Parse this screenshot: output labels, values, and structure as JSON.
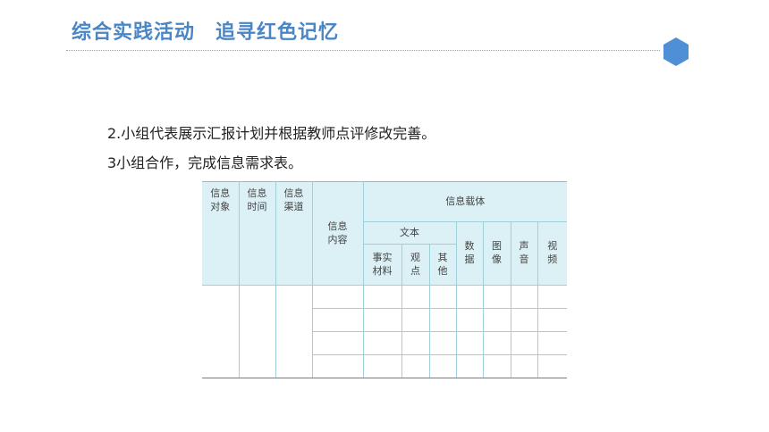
{
  "header": {
    "title": "综合实践活动　追寻红色记忆"
  },
  "content": {
    "line1": "2.小组代表展示汇报计划并根据教师点评修改完善。",
    "line2": "3小组合作，完成信息需求表。"
  },
  "table": {
    "col_info_object": "信息\n对象",
    "col_info_time": "信息\n时间",
    "col_info_channel": "信息\n渠道",
    "col_info_content": "信息\n内容",
    "col_info_carrier": "信息载体",
    "col_text": "文本",
    "col_facts": "事实\n材料",
    "col_opinion": "观\n点",
    "col_other": "其\n他",
    "col_data": "数\n据",
    "col_image": "图\n像",
    "col_sound": "声\n音",
    "col_video": "视\n频"
  },
  "colors": {
    "title": "#4a86c5",
    "hexagon": "#4f8fd6",
    "table_header_bg": "#dcf1f5",
    "table_border": "#9fcfd8"
  }
}
